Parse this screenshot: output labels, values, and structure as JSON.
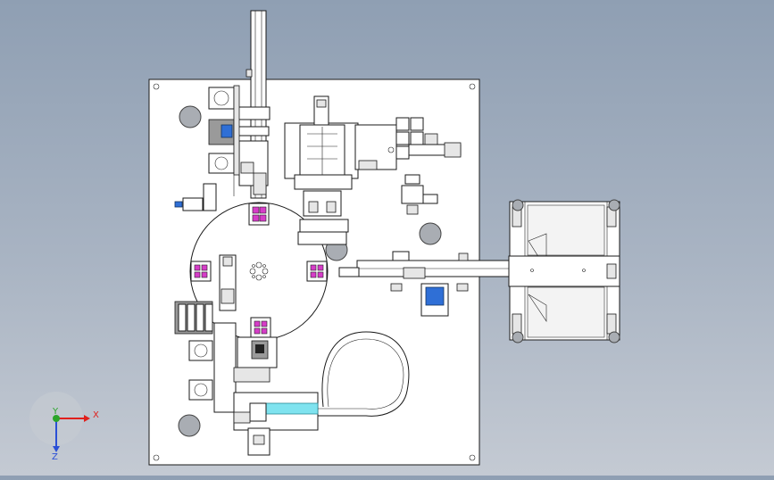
{
  "triad": {
    "x_label": "X",
    "y_label": "Y",
    "z_label": "Z"
  },
  "colors": {
    "background_top": "#8f9fb3",
    "background_bottom": "#c4cad3",
    "x_axis": "#e0201c",
    "y_axis": "#2aa52a",
    "z_axis": "#2a4fd6",
    "highlight_magenta": "#d63dc8",
    "motor_blue": "#2f6fd6",
    "cylinder_cyan": "#7fe3ef"
  }
}
